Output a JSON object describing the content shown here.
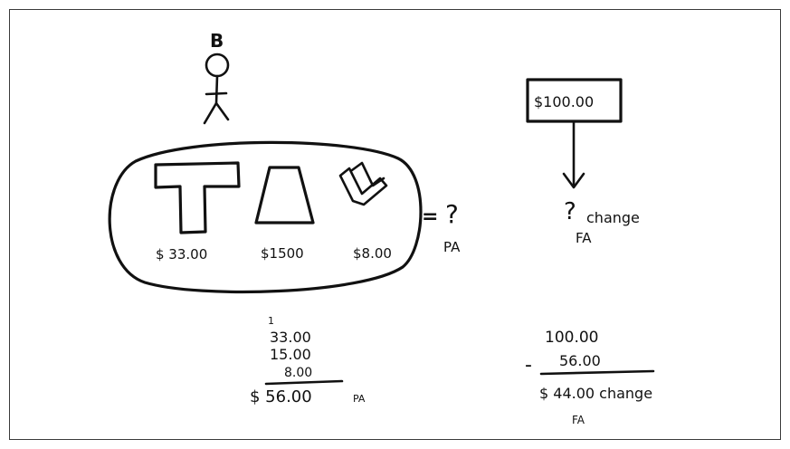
{
  "person": {
    "label": "B"
  },
  "items": [
    {
      "name": "shirt-icon",
      "price": "$ 33.00"
    },
    {
      "name": "skirt-icon",
      "price": "$1500"
    },
    {
      "name": "socks-icon",
      "price": "$8.00"
    }
  ],
  "total": {
    "equals": "=",
    "question": "?",
    "tag": "PA"
  },
  "payment": {
    "amount": "$100.00"
  },
  "change": {
    "question": "?",
    "word": "change",
    "tag": "FA"
  },
  "addition": {
    "carry": "1",
    "lines": [
      "33.00",
      "15.00",
      "8.00"
    ],
    "sum": "$ 56.00",
    "tag": "PA"
  },
  "subtraction": {
    "minuend": "100.00",
    "sign": "-",
    "subtrahend": "56.00",
    "result": "$ 44.00 change",
    "tag": "FA"
  }
}
